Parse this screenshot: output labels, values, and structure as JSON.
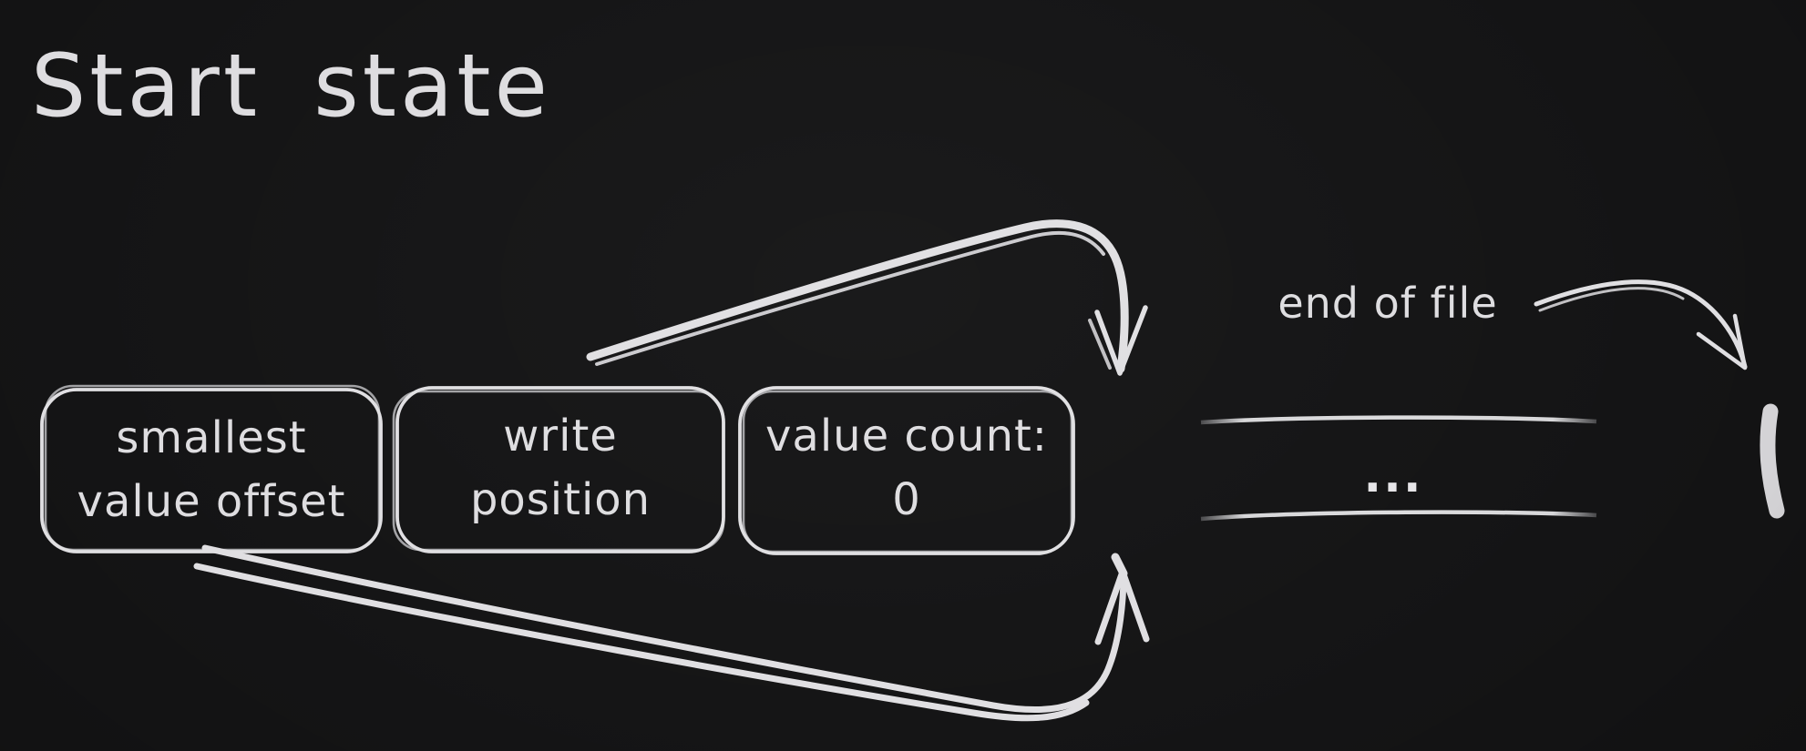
{
  "title": "Start state",
  "state_boxes": [
    {
      "name": "smallest-value-offset",
      "label_line1": "smallest",
      "label_line2": "value offset"
    },
    {
      "name": "write-position",
      "label_line1": "write",
      "label_line2": "position"
    },
    {
      "name": "value-count",
      "label_line1": "value count:",
      "label_line2": "0"
    }
  ],
  "file": {
    "contents_placeholder": "...",
    "end_of_file_label": "end of file"
  },
  "icons": [
    "arrow-write-position-to-file-start",
    "arrow-smallest-offset-to-file-start",
    "end-of-file-arrow",
    "end-of-file-marker"
  ],
  "colors": {
    "background": "#131314",
    "stroke": "#e0dfe2",
    "text": "#dedde0",
    "line_fade_ends": "#4a4a4c"
  }
}
